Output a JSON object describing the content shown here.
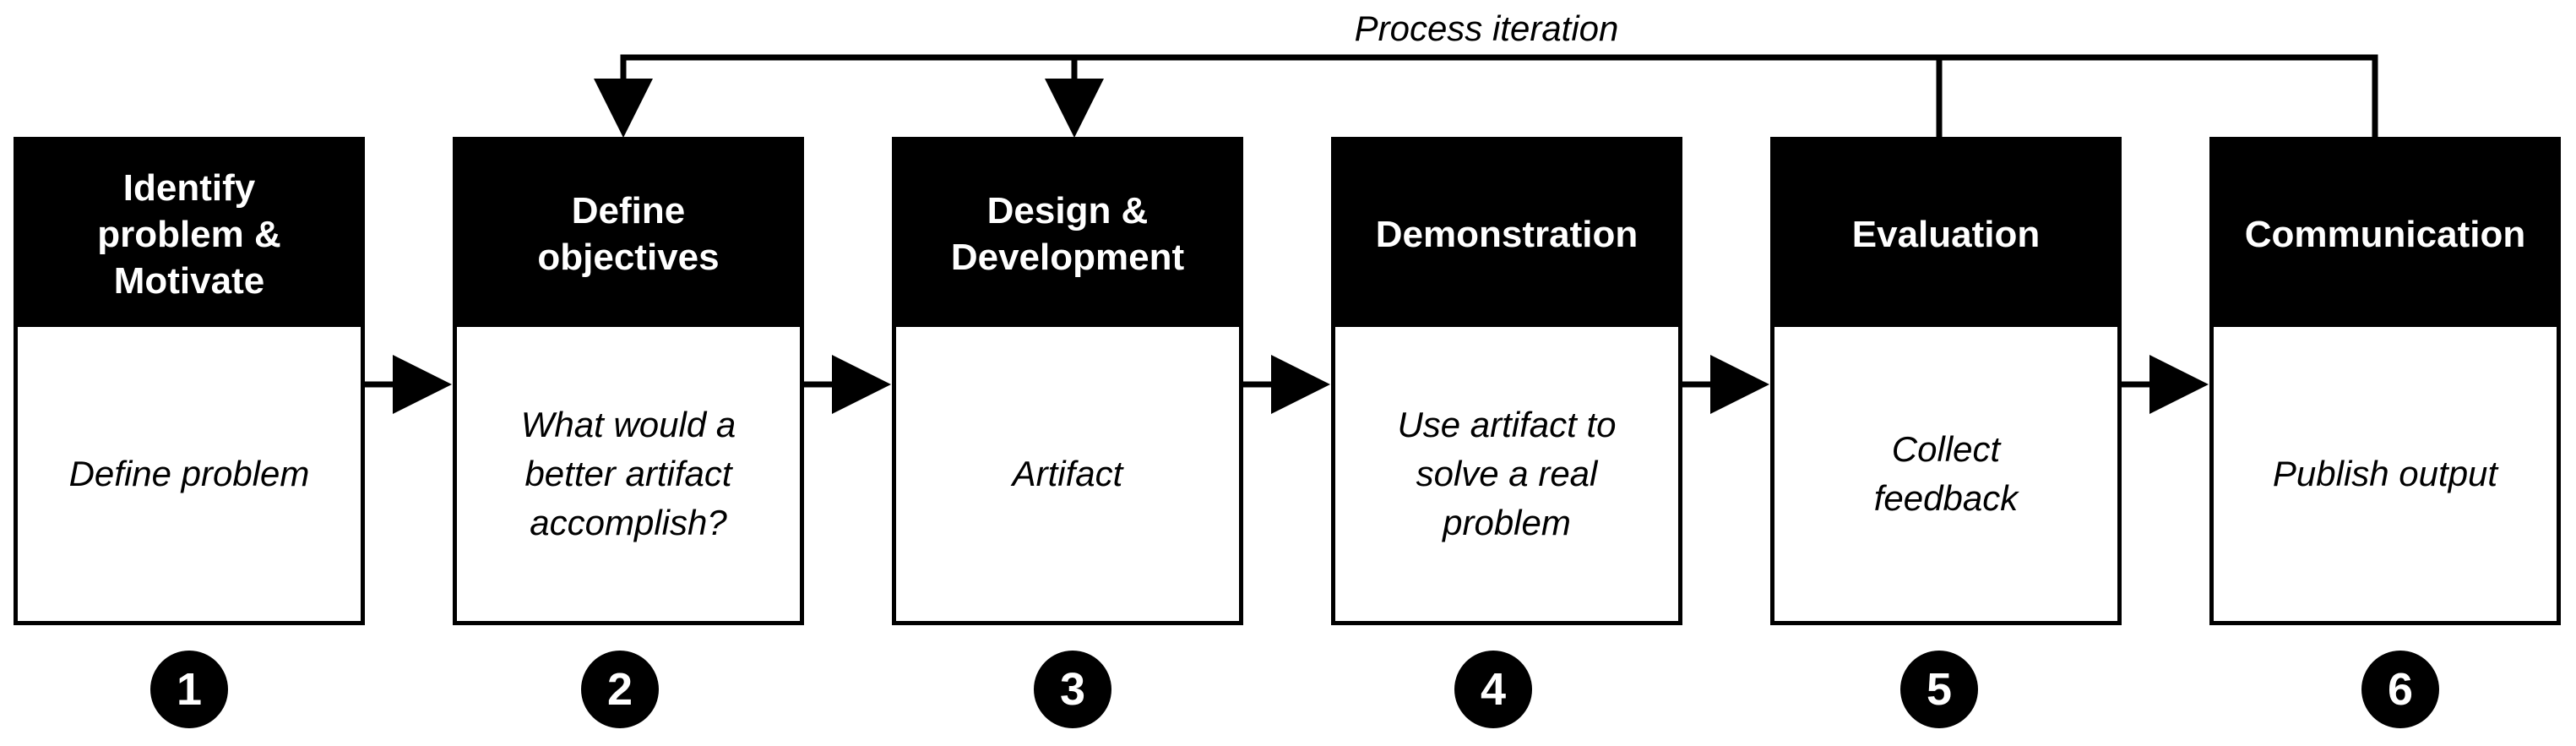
{
  "diagram": {
    "iteration_label": "Process iteration",
    "steps": [
      {
        "number": "1",
        "title": "Identify\nproblem &\nMotivate",
        "description": "Define problem"
      },
      {
        "number": "2",
        "title": "Define\nobjectives",
        "description": "What would a\nbetter artifact\naccomplish?"
      },
      {
        "number": "3",
        "title": "Design &\nDevelopment",
        "description": "Artifact"
      },
      {
        "number": "4",
        "title": "Demonstration",
        "description": "Use artifact to\nsolve a real\nproblem"
      },
      {
        "number": "5",
        "title": "Evaluation",
        "description": "Collect\nfeedback"
      },
      {
        "number": "6",
        "title": "Communication",
        "description": "Publish output"
      }
    ]
  }
}
